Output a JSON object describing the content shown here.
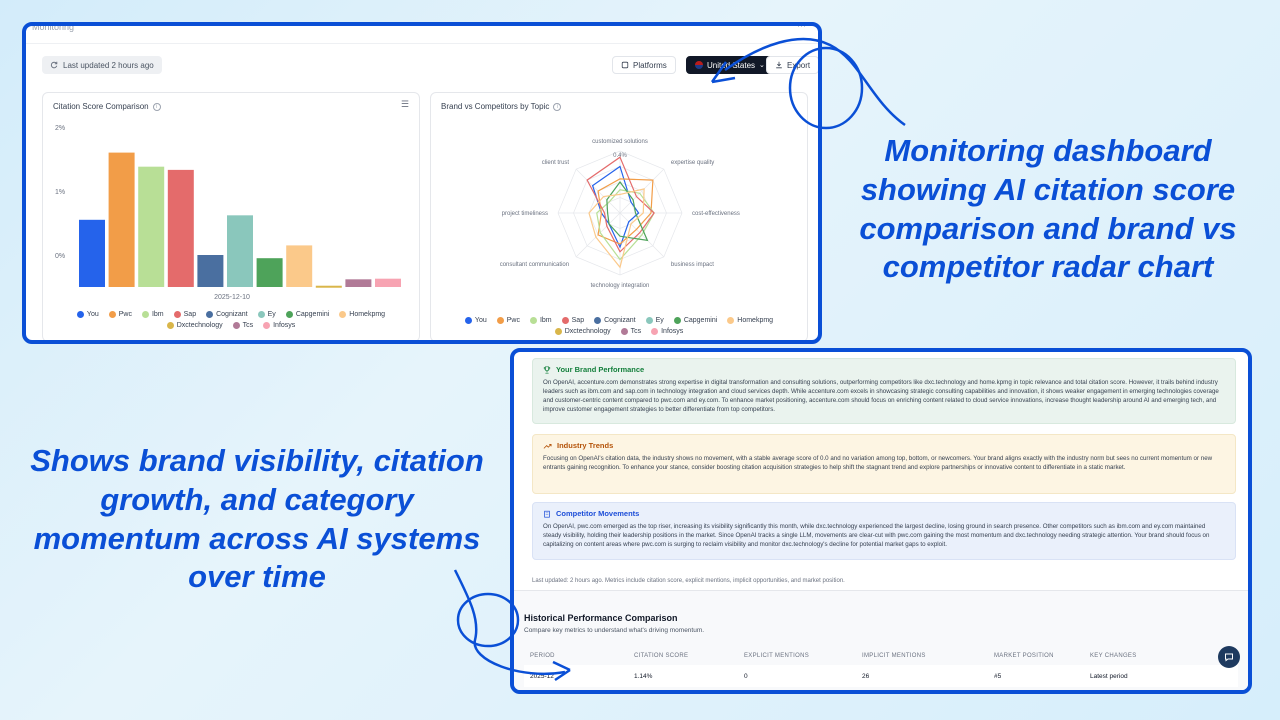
{
  "top_panel": {
    "breadcrumb": "Monitoring",
    "last_updated": "Last updated 2 hours ago",
    "platforms_label": "Platforms",
    "country_label": "United States",
    "export_label": "Export",
    "citation_card": {
      "title": "Citation Score Comparison",
      "date_label": "2025-12-10"
    },
    "radar_card": {
      "title": "Brand vs Competitors by Topic",
      "max_label": "0.4%"
    }
  },
  "chart_data": [
    {
      "type": "bar",
      "title": "Citation Score Comparison",
      "categories": [
        "2025-12-10"
      ],
      "yticks": [
        "2%",
        "1%",
        "0%"
      ],
      "series": [
        {
          "name": "You",
          "value": 0.55,
          "color": "#2563eb"
        },
        {
          "name": "Pwc",
          "value": 1.6,
          "color": "#f29d48"
        },
        {
          "name": "Ibm",
          "value": 1.38,
          "color": "#b8df96"
        },
        {
          "name": "Sap",
          "value": 1.33,
          "color": "#e46b6b"
        },
        {
          "name": "Cognizant",
          "value": 0.0,
          "color": "#4a6fa0"
        },
        {
          "name": "Ey",
          "value": 0.62,
          "color": "#8ac7bc"
        },
        {
          "name": "Capgemini",
          "value": -0.05,
          "color": "#4ea35a"
        },
        {
          "name": "Homekpmg",
          "value": 0.15,
          "color": "#fbc98a"
        },
        {
          "name": "Dxctechnology",
          "value": -0.48,
          "color": "#d9b64a"
        },
        {
          "name": "Tcs",
          "value": -0.38,
          "color": "#b17a97"
        },
        {
          "name": "Infosys",
          "value": -0.37,
          "color": "#f7a3b2"
        }
      ]
    },
    {
      "type": "radar",
      "title": "Brand vs Competitors by Topic",
      "axes": [
        "customized solutions",
        "expertise quality",
        "cost-effectiveness",
        "business impact",
        "technology integration",
        "consultant communication",
        "project timeliness",
        "client trust"
      ],
      "max_label": "0.4%",
      "series": [
        {
          "name": "You",
          "color": "#2563eb",
          "values": [
            0.3,
            0.1,
            0.12,
            0.08,
            0.22,
            0.1,
            0.12,
            0.25
          ]
        },
        {
          "name": "Pwc",
          "color": "#f29d48",
          "values": [
            0.22,
            0.3,
            0.2,
            0.15,
            0.2,
            0.2,
            0.12,
            0.2
          ]
        },
        {
          "name": "Ibm",
          "color": "#b8df96",
          "values": [
            0.15,
            0.18,
            0.22,
            0.2,
            0.3,
            0.18,
            0.15,
            0.1
          ]
        },
        {
          "name": "Sap",
          "color": "#e46b6b",
          "values": [
            0.36,
            0.15,
            0.22,
            0.18,
            0.25,
            0.12,
            0.1,
            0.3
          ]
        },
        {
          "name": "Capgemini",
          "color": "#4ea35a",
          "values": [
            0.2,
            0.12,
            0.1,
            0.25,
            0.15,
            0.1,
            0.08,
            0.12
          ]
        },
        {
          "name": "Homekpmg",
          "color": "#fbc98a",
          "values": [
            0.12,
            0.22,
            0.15,
            0.1,
            0.35,
            0.22,
            0.2,
            0.15
          ]
        }
      ],
      "legend": [
        "You",
        "Pwc",
        "Ibm",
        "Sap",
        "Cognizant",
        "Ey",
        "Capgemini",
        "Homekpmg",
        "Dxctechnology",
        "Tcs",
        "Infosys"
      ]
    }
  ],
  "bottom_panel": {
    "brand_performance": {
      "title": "Your Brand Performance",
      "body": "On OpenAI, accenture.com demonstrates strong expertise in digital transformation and consulting solutions, outperforming competitors like dxc.technology and home.kpmg in topic relevance and total citation score. However, it trails behind industry leaders such as ibm.com and sap.com in technology integration and cloud services depth. While accenture.com excels in showcasing strategic consulting capabilities and innovation, it shows weaker engagement in emerging technologies coverage and customer-centric content compared to pwc.com and ey.com. To enhance market positioning, accenture.com should focus on enriching content related to cloud service innovations, increase thought leadership around AI and emerging tech, and improve customer engagement strategies to better differentiate from top competitors."
    },
    "industry_trends": {
      "title": "Industry Trends",
      "body": "Focusing on OpenAI's citation data, the industry shows no movement, with a stable average score of 0.0 and no variation among top, bottom, or newcomers. Your brand aligns exactly with the industry norm but sees no current momentum or new entrants gaining recognition. To enhance your stance, consider boosting citation acquisition strategies to help shift the stagnant trend and explore partnerships or innovative content to differentiate in a static market."
    },
    "competitor_movements": {
      "title": "Competitor Movements",
      "body": "On OpenAI, pwc.com emerged as the top riser, increasing its visibility significantly this month, while dxc.technology experienced the largest decline, losing ground in search presence. Other competitors such as ibm.com and ey.com maintained steady visibility, holding their leadership positions in the market. Since OpenAI tracks a single LLM, movements are clear-cut with pwc.com gaining the most momentum and dxc.technology needing strategic attention. Your brand should focus on capitalizing on content areas where pwc.com is surging to reclaim visibility and monitor dxc.technology's decline for potential market gaps to exploit."
    },
    "footnote": "Last updated: 2 hours ago. Metrics include citation score, explicit mentions, implicit opportunities, and market position.",
    "historical": {
      "title": "Historical Performance Comparison",
      "subtitle": "Compare key metrics to understand what's driving momentum.",
      "headers": [
        "PERIOD",
        "CITATION SCORE",
        "EXPLICIT MENTIONS",
        "IMPLICIT MENTIONS",
        "MARKET POSITION",
        "KEY CHANGES"
      ],
      "row": [
        "2025-12",
        "1.14%",
        "0",
        "26",
        "#5",
        "Latest period"
      ]
    }
  },
  "callouts": {
    "top": "Monitoring dashboard showing AI citation score comparison and brand vs competitor radar chart",
    "bottom": "Shows brand visibility, citation growth, and category momentum across AI systems over time"
  }
}
